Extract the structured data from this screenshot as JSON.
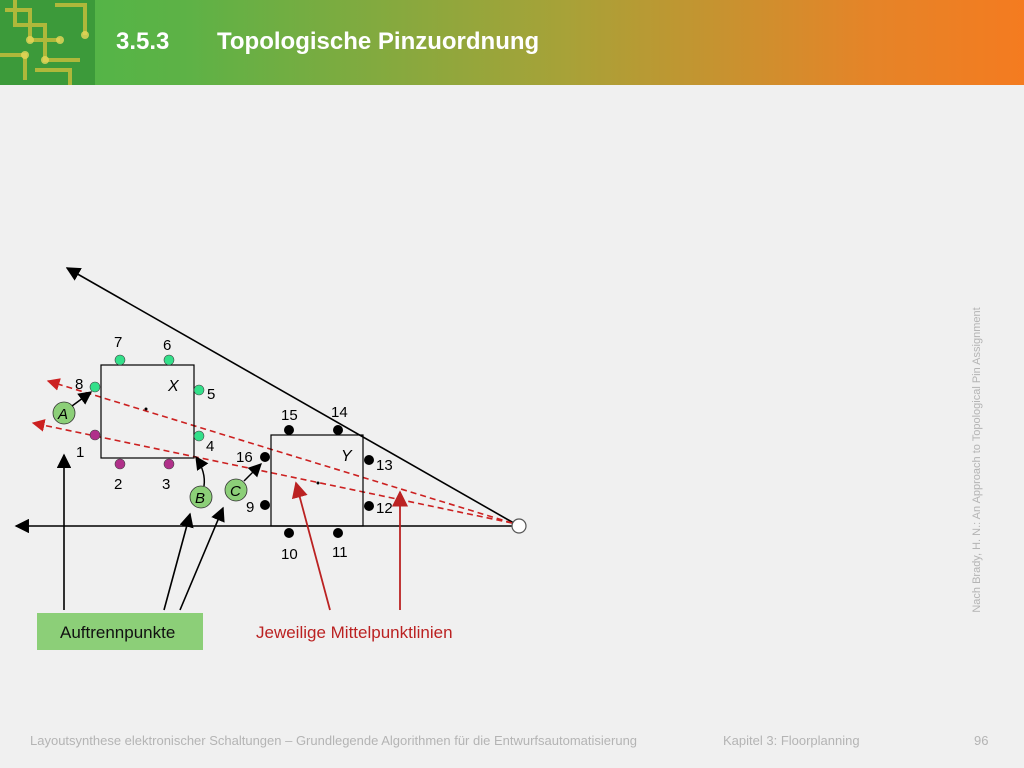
{
  "header": {
    "section_number": "3.5.3",
    "title": "Topologische Pinzuordnung"
  },
  "diagram": {
    "block_x_label": "X",
    "block_y_label": "Y",
    "pins": {
      "p1": "1",
      "p2": "2",
      "p3": "3",
      "p4": "4",
      "p5": "5",
      "p6": "6",
      "p7": "7",
      "p8": "8",
      "p9": "9",
      "p10": "10",
      "p11": "11",
      "p12": "12",
      "p13": "13",
      "p14": "14",
      "p15": "15",
      "p16": "16"
    },
    "cut_points": {
      "a": "A",
      "b": "B",
      "c": "C"
    },
    "cut_points_box": "Auftrennpunkte",
    "midpoint_lines_label": "Jeweilige Mittelpunktlinien",
    "colors": {
      "pin_green": "#33e08a",
      "pin_magenta": "#b0308a",
      "pin_black": "#000000",
      "cutpoint_fill": "#8ccf78",
      "label_box_fill": "#8ccf78",
      "dashed_line": "#cc2020",
      "red_arrow": "#bb2222"
    }
  },
  "footer": {
    "course": "Layoutsynthese elektronischer Schaltungen – Grundlegende Algorithmen für die Entwurfsautomatisierung",
    "chapter": "Kapitel 3: Floorplanning",
    "page": "96"
  },
  "citation": "Nach Brady, H. N.: An Approach to Topological Pin Assignment"
}
